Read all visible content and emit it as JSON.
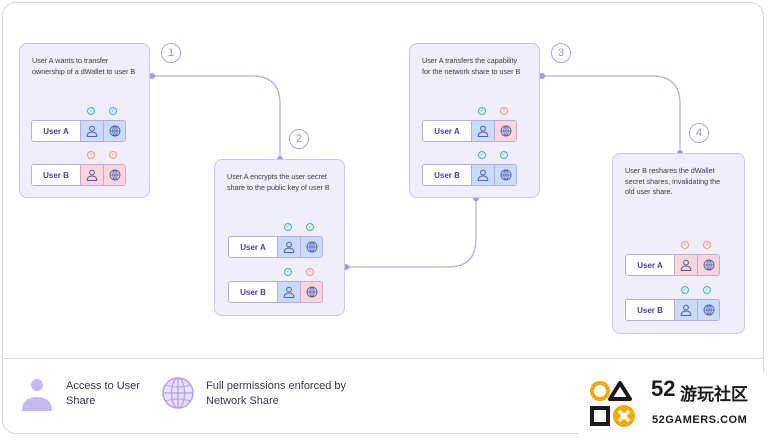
{
  "steps": [
    {
      "number": "1",
      "description": "User A wants to transfer ownership of a dWallet to user B",
      "rows": [
        {
          "label": "User A",
          "user_share": "ok",
          "network_share": "ok"
        },
        {
          "label": "User B",
          "user_share": "no",
          "network_share": "no"
        }
      ]
    },
    {
      "number": "2",
      "description": "User A encrypts the user secret share to the public key of user B",
      "rows": [
        {
          "label": "User A",
          "user_share": "ok",
          "network_share": "ok"
        },
        {
          "label": "User B",
          "user_share": "ok",
          "network_share": "no"
        }
      ]
    },
    {
      "number": "3",
      "description": "User A transfers the capability for the network share to user B",
      "rows": [
        {
          "label": "User A",
          "user_share": "ok",
          "network_share": "no"
        },
        {
          "label": "User B",
          "user_share": "ok",
          "network_share": "ok"
        }
      ]
    },
    {
      "number": "4",
      "description": "User B reshares the dWallet secret shares, invalidating the old user share.",
      "rows": [
        {
          "label": "User A",
          "user_share": "no",
          "network_share": "no"
        },
        {
          "label": "User B",
          "user_share": "ok",
          "network_share": "ok"
        }
      ]
    }
  ],
  "legend": {
    "user_share": "Access to User Share",
    "network_share": "Full permissions enforced by Network Share",
    "user_share_icon": "user-icon",
    "network_share_icon": "globe-icon"
  },
  "colors": {
    "access_granted": "#c9dcff",
    "access_denied": "#fbd5d7",
    "accent": "#a796ee"
  },
  "watermark": {
    "number": "52",
    "name": "游玩社区",
    "domain": "52GAMERS.COM"
  }
}
